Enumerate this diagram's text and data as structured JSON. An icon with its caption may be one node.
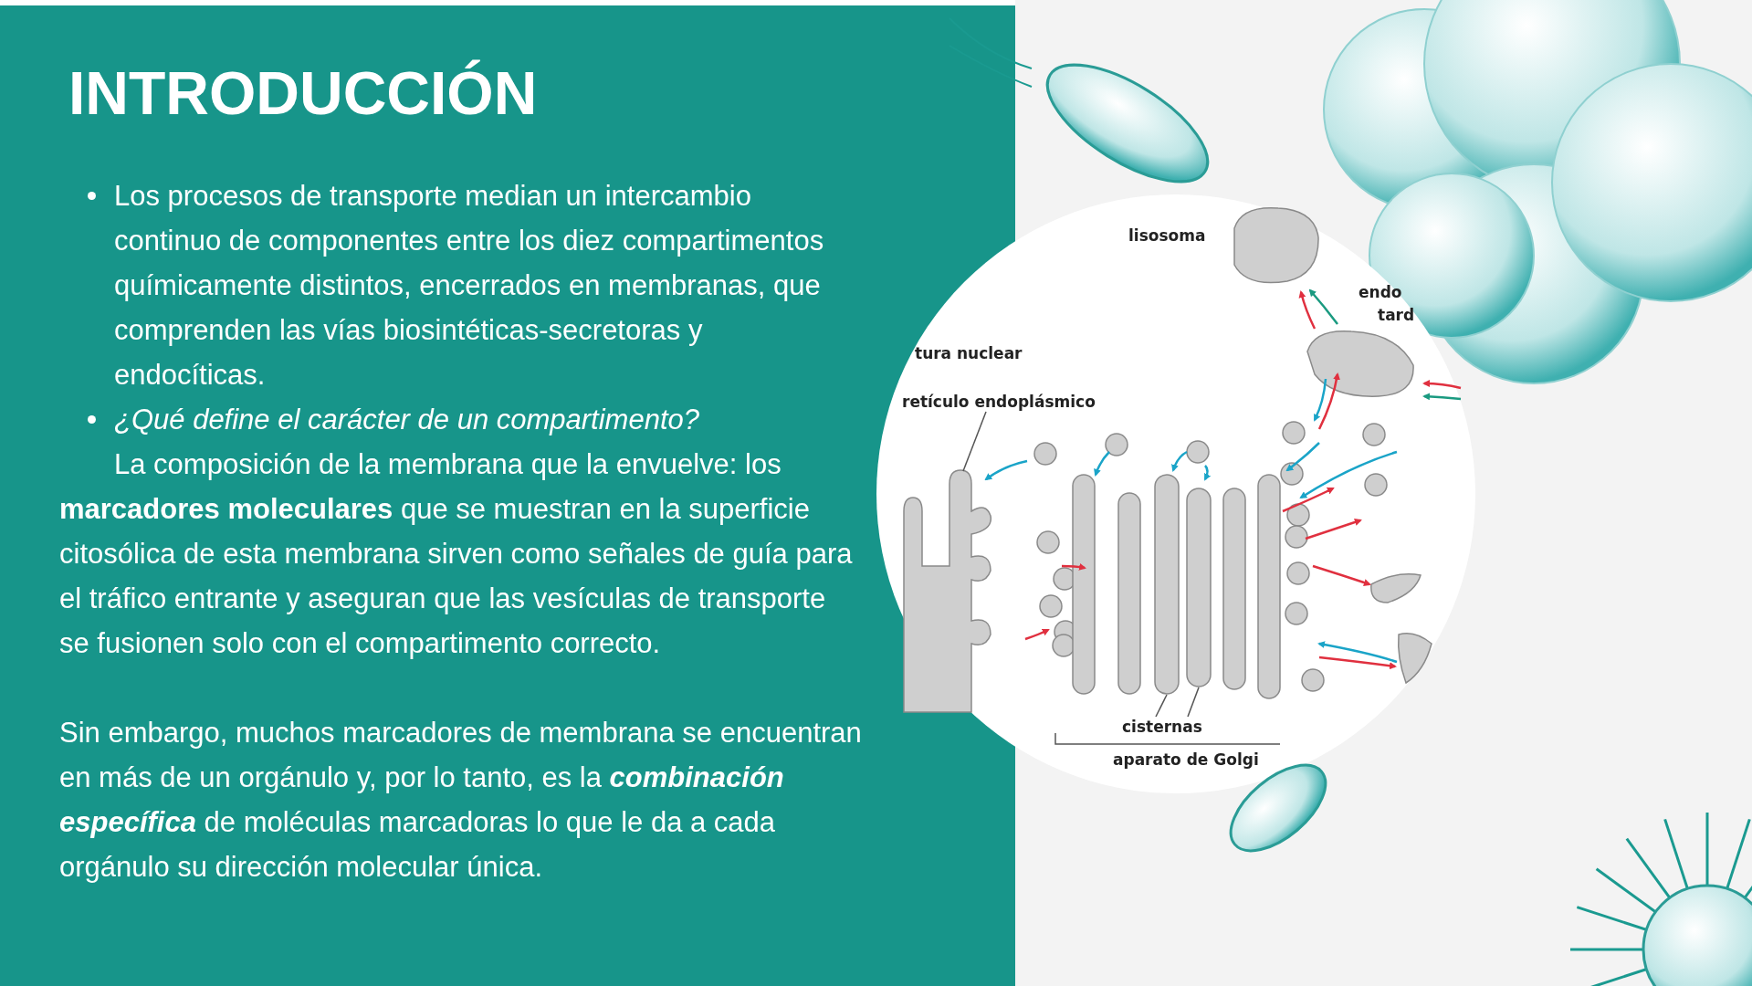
{
  "diagram": {
    "title": "INTRODUCCIÓN",
    "nodes": [
      {
        "text": [
          "retículo endoplásmico"
        ]
      },
      {
        "text": [],
        "shape": "picture"
      },
      {
        "text": [
          "cisternas"
        ]
      },
      {
        "text": [],
        "shape": "box"
      },
      {
        "text": [],
        "shape": "box"
      }
    ],
    "edges": [
      {
        "from": 0,
        "to": 1,
        "arrow": "none"
      },
      {
        "from": 2,
        "to": 3,
        "arrow": "none"
      },
      {
        "from": 2,
        "to": 4,
        "arrow": "none"
      }
    ],
    "labels": [
      "Los procesos de transporte median un intercambio continuo de componentes entre los diez compartimentos químicamente distintos, encerrados en membranas, que comprenden las vías biosintéticas-secretoras y endocíticas.",
      "¿Qué define el carácter de un compartimento?",
      "La composición de la membrana que la envuelve: los **marcadores moleculares** que se muestran en la superficie citosólica de esta membrana sirven como señales de guía para el tráfico entrante y aseguran que las vesículas de transporte se fusionen solo con el compartimento correcto.",
      "Sin embargo, muchos marcadores de membrana se encuentran en más de un orgánulo y, por lo tanto, es la **combinación específica** de moléculas marcadoras lo que le da a cada orgánulo su dirección molecular única.",
      "lisosoma",
      "endo",
      "tard",
      "tura nuclear",
      "aparato de Golgi"
    ]
  }
}
